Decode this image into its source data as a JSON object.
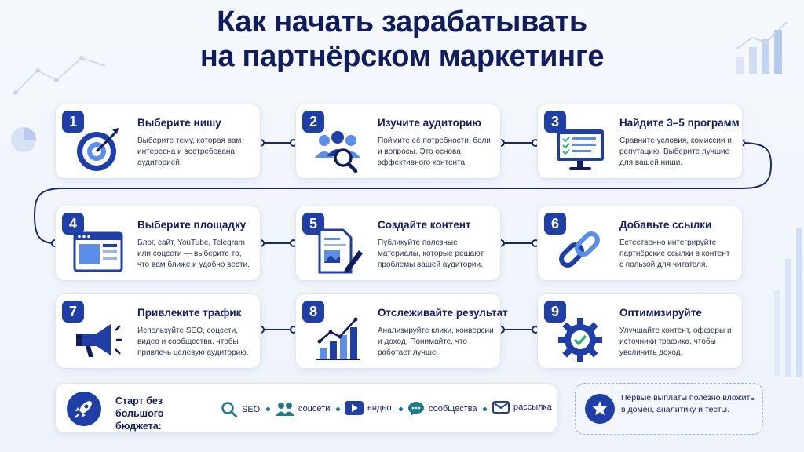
{
  "title": {
    "line1": "Как начать зарабатывать",
    "line2": "на партнёрском маркетинге"
  },
  "steps": [
    {
      "number": "1",
      "title": "Выберите нишу",
      "description": "Выберите тему, которая вам интересна и востребована аудиторией.",
      "icon": "target-icon"
    },
    {
      "number": "2",
      "title": "Изучите аудиторию",
      "description": "Поймите её потребности, боли и вопросы. Это основа эффективного контента.",
      "icon": "audience-search-icon"
    },
    {
      "number": "3",
      "title": "Найдите 3–5 программ",
      "description": "Сравните условия, комиссии и репутацию. Выберите лучшие для вашей ниши.",
      "icon": "checklist-monitor-icon"
    },
    {
      "number": "4",
      "title": "Выберите площадку",
      "description": "Блог, сайт, YouTube, Telegram или соцсети — выберите то, что вам ближе и удобно вести.",
      "icon": "browser-window-icon"
    },
    {
      "number": "5",
      "title": "Создайте контент",
      "description": "Публикуйте полезные материалы, которые решают проблемы вашей аудитории.",
      "icon": "document-pen-icon"
    },
    {
      "number": "6",
      "title": "Добавьте ссылки",
      "description": "Естественно интегрируйте партнёрские ссылки в контент с пользой для читателя.",
      "icon": "link-icon"
    },
    {
      "number": "7",
      "title": "Привлеките трафик",
      "description": "Используйте SEO, соцсети, видео и сообщества, чтобы привлечь целевую аудиторию.",
      "icon": "megaphone-icon"
    },
    {
      "number": "8",
      "title": "Отслеживайте результат",
      "description": "Анализируйте клики, конверсии и доход. Понимайте, что работает лучше.",
      "icon": "growth-chart-icon"
    },
    {
      "number": "9",
      "title": "Оптимизируйте",
      "description": "Улучшайте контент, офферы и источники трафика, чтобы увеличить доход.",
      "icon": "gear-check-icon"
    }
  ],
  "start": {
    "label": "Старт без большого бюджета:",
    "channels": [
      {
        "label": "SEO",
        "icon": "search-icon"
      },
      {
        "label": "соцсети",
        "icon": "people-icon"
      },
      {
        "label": "видео",
        "icon": "video-play-icon"
      },
      {
        "label": "сообщества",
        "icon": "chat-icon"
      },
      {
        "label": "рассылка",
        "icon": "mail-icon"
      }
    ]
  },
  "note": {
    "text": "Первые выплаты полезно вложить в домен, аналитику и тесты.",
    "icon": "star-icon"
  },
  "colors": {
    "navy": "#101c5c",
    "accent_blue": "#1f3fa6",
    "light_blue": "#5b8ee6",
    "connector": "#1a2a6c"
  }
}
